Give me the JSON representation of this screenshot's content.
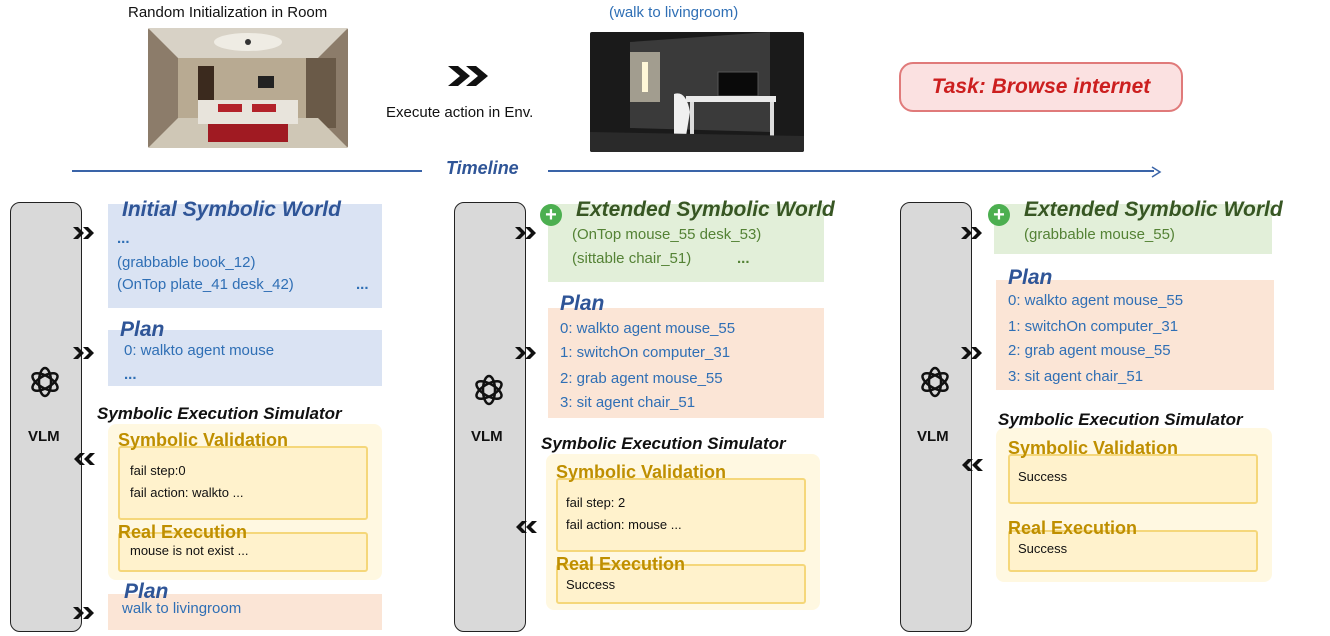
{
  "top": {
    "init_caption": "Random Initialization in Room",
    "action_caption": "(walk to livingroom)",
    "execute_caption": "Execute action in Env.",
    "forward_glyph": "»",
    "task": "Task: Browse internet"
  },
  "timeline": {
    "label": "Timeline"
  },
  "vlm_label": "VLM",
  "icons": {
    "arrow_in": "double-chevron-right-icon",
    "arrow_out": "double-chevron-left-icon",
    "openai": "openai-logo-icon",
    "plus": "plus-circle-icon"
  },
  "col1": {
    "world_title": "Initial Symbolic World",
    "world_lines": [
      "...",
      "(grabbable book_12)",
      "(OnTop plate_41 desk_42)"
    ],
    "world_ellipsis": "...",
    "plan_title": "Plan",
    "plan_lines": [
      "0: walkto agent mouse",
      "..."
    ],
    "sim_title": "Symbolic Execution Simulator",
    "validation_title": "Symbolic Validation",
    "validation_lines": [
      "fail step:0",
      "fail action: walkto   ..."
    ],
    "real_title": "Real Execution",
    "real_lines": [
      "mouse is not exist ..."
    ],
    "plan2_title": "Plan",
    "plan2_lines": [
      "walk to livingroom"
    ]
  },
  "col2": {
    "world_title": "Extended Symbolic World",
    "world_lines": [
      "(OnTop mouse_55 desk_53)",
      "(sittable chair_51)"
    ],
    "world_ellipsis": "...",
    "plan_title": "Plan",
    "plan_lines": [
      "0: walkto agent mouse_55",
      "1: switchOn computer_31",
      "2: grab agent mouse_55",
      "3: sit agent chair_51"
    ],
    "sim_title": "Symbolic Execution Simulator",
    "validation_title": "Symbolic Validation",
    "validation_lines": [
      "fail step: 2",
      "fail action: mouse ..."
    ],
    "real_title": "Real Execution",
    "real_lines": [
      "Success"
    ]
  },
  "col3": {
    "world_title": "Extended Symbolic World",
    "world_lines": [
      "(grabbable mouse_55)"
    ],
    "plan_title": "Plan",
    "plan_lines": [
      "0: walkto agent mouse_55",
      "1: switchOn computer_31",
      "2: grab agent mouse_55",
      "3: sit agent chair_51"
    ],
    "sim_title": "Symbolic Execution Simulator",
    "validation_title": "Symbolic Validation",
    "validation_lines": [
      "Success"
    ],
    "real_title": "Real Execution",
    "real_lines": [
      "Success"
    ]
  }
}
